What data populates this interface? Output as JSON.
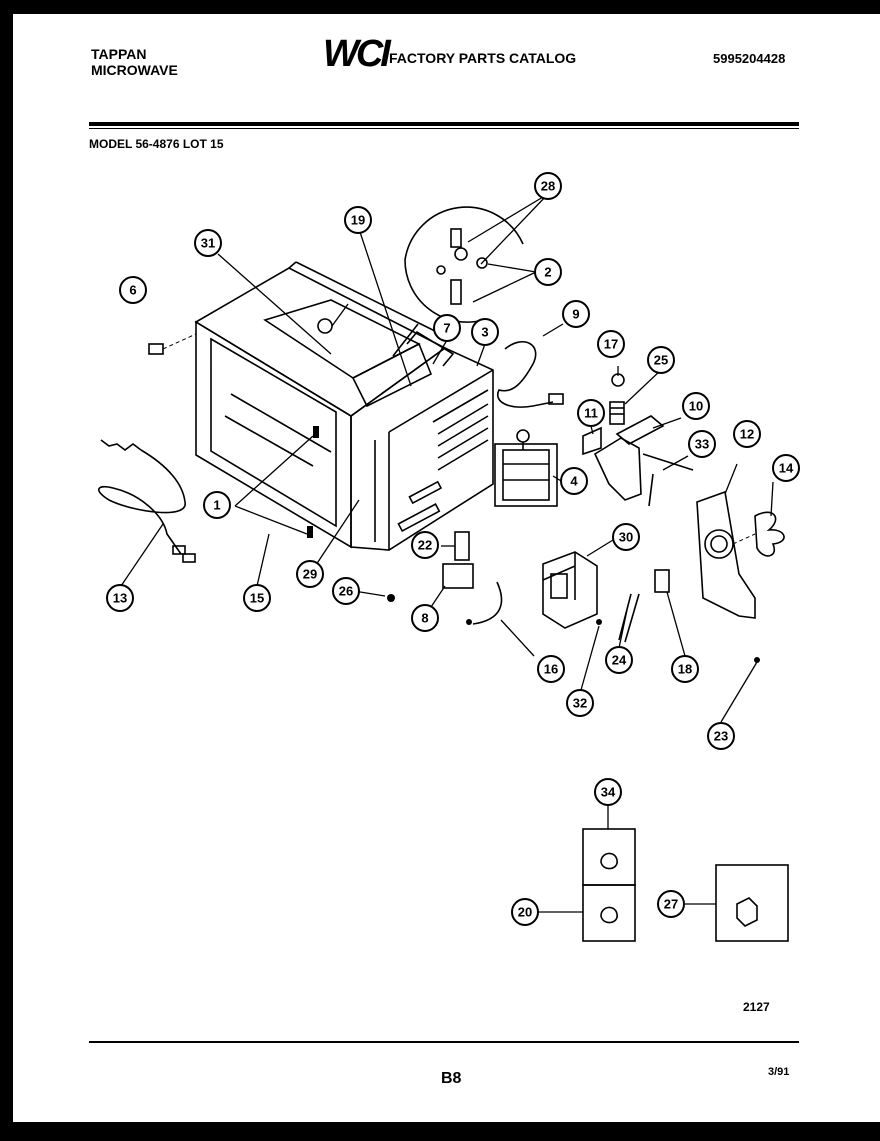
{
  "header": {
    "brand_line1": "TAPPAN",
    "brand_line2": "MICROWAVE",
    "logo": "WCI",
    "catalog_title": "FACTORY PARTS CATALOG",
    "catalog_number": "5995204428",
    "model": "MODEL 56-4876 LOT 15"
  },
  "diagram": {
    "callouts": [
      "28",
      "19",
      "31",
      "2",
      "6",
      "7",
      "3",
      "9",
      "17",
      "25",
      "11",
      "10",
      "33",
      "12",
      "14",
      "1",
      "4",
      "22",
      "30",
      "13",
      "15",
      "29",
      "26",
      "8",
      "16",
      "24",
      "18",
      "32",
      "23",
      "34",
      "20",
      "27"
    ]
  },
  "footer": {
    "code": "2127",
    "page": "B8",
    "date": "3/91"
  }
}
